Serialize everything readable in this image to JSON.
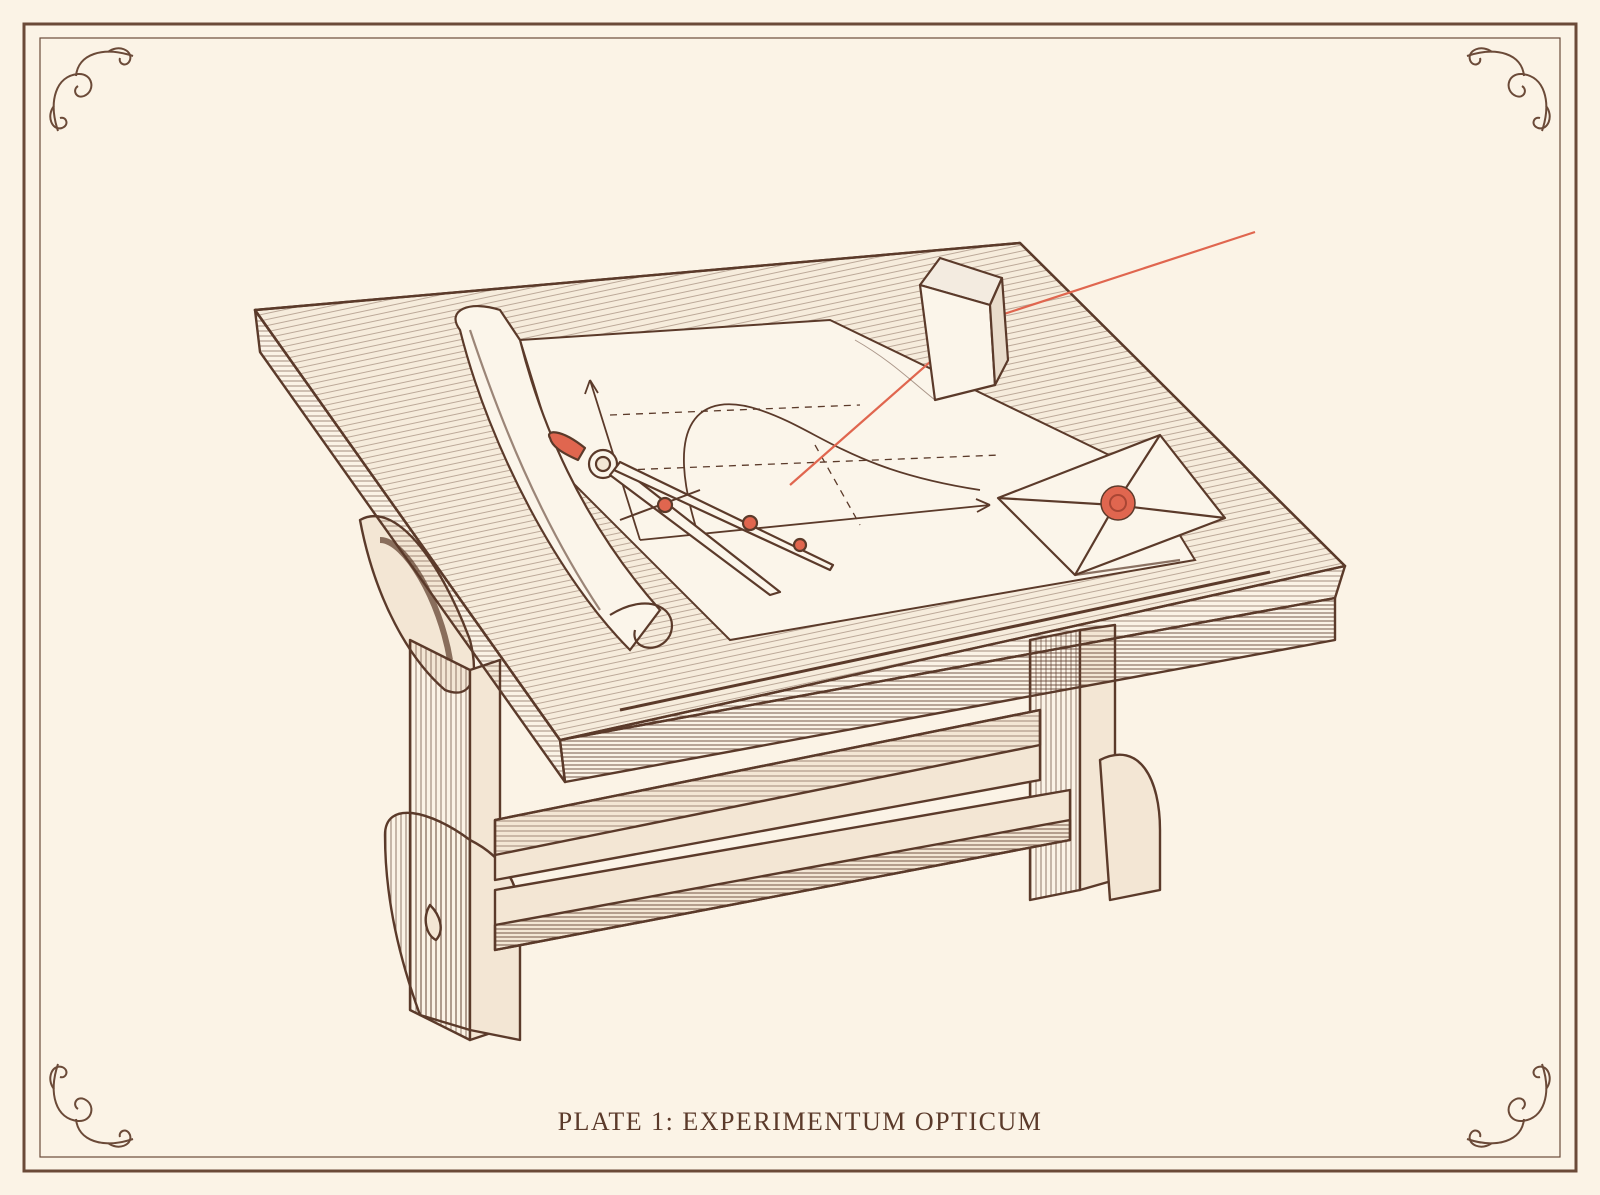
{
  "plate": {
    "caption": "PLATE 1: EXPERIMENTUM OPTICUM"
  },
  "palette": {
    "ink": "#5b3a2a",
    "paper": "#fbf3e6",
    "wood": "#f3e6d4",
    "accent": "#e0664f"
  },
  "icons": [
    "corner-flourish",
    "drafting-table",
    "scroll",
    "compass-divider",
    "prism",
    "light-ray",
    "envelope",
    "wax-seal"
  ]
}
